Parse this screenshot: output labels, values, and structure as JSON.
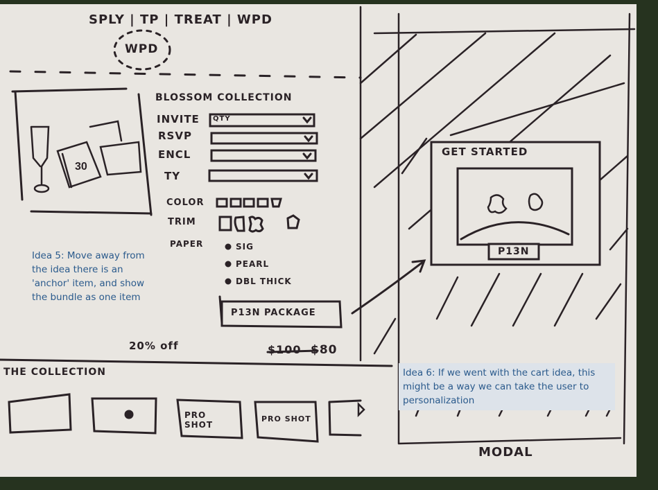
{
  "nav": {
    "items": [
      "SPLY",
      "TP",
      "TREAT",
      "WPD"
    ],
    "selected": "WPD"
  },
  "product": {
    "title": "Blossom Collection",
    "dropdowns": [
      {
        "label": "Invite",
        "value": "Qty"
      },
      {
        "label": "RSVP",
        "value": ""
      },
      {
        "label": "Encl",
        "value": ""
      },
      {
        "label": "TY",
        "value": ""
      }
    ],
    "color_label": "Color",
    "trim_label": "Trim",
    "paper_label": "Paper",
    "paper_options": [
      "SIG",
      "PEARL",
      "DBL THICK"
    ],
    "cta": "P13N Package",
    "discount": "20% off",
    "old_price": "$100",
    "new_price": "$80"
  },
  "collection": {
    "title": "The Collection",
    "items": [
      "",
      "",
      "Pro Shot",
      "Pro Shot",
      ""
    ]
  },
  "notes": {
    "idea5": "Idea 5: Move away from the idea there is an 'anchor' item, and show the bundle as one item",
    "idea6": "Idea 6: If we went with the cart idea, this might be a way we can take the user to personalization"
  },
  "modal": {
    "title": "Get Started",
    "button": "P13N",
    "label": "Modal"
  }
}
